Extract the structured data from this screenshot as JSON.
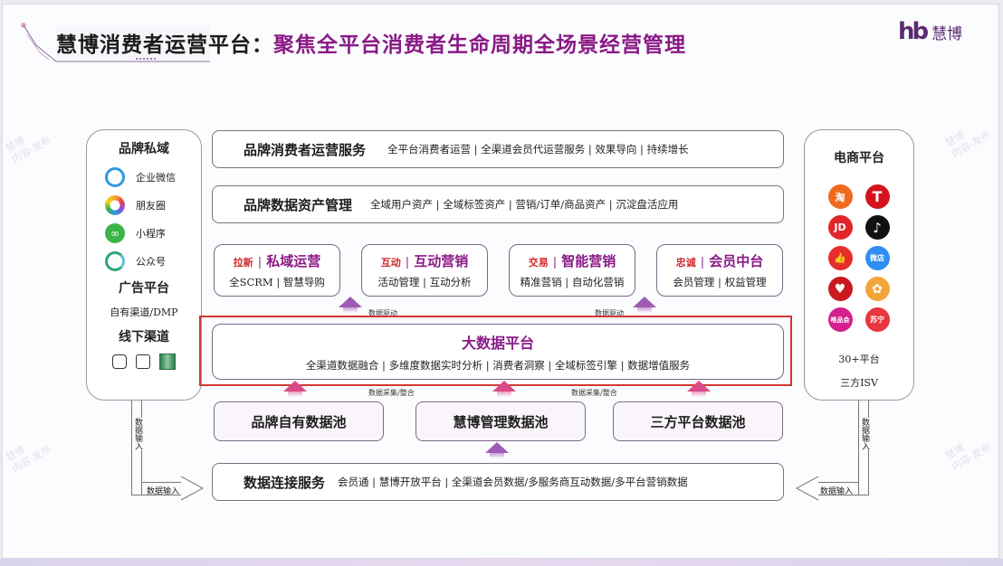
{
  "header": {
    "title_main": "慧博消费者运营平台：",
    "title_sub": "聚焦全平台消费者生命周期全场景经营管理",
    "logo_mark": "hb",
    "logo_text": "慧博"
  },
  "watermark": {
    "line1": "慧博",
    "line2": "内容·发布"
  },
  "left_panel": {
    "private_title": "品牌私域",
    "private_items": [
      {
        "label": "企业微信",
        "icon": "wecom-icon",
        "color": "#2d9be0"
      },
      {
        "label": "朋友圈",
        "icon": "moments-icon",
        "color": "#f2a23a"
      },
      {
        "label": "小程序",
        "icon": "mini-program-icon",
        "color": "#3bb44a"
      },
      {
        "label": "公众号",
        "icon": "official-account-icon",
        "color": "#2aa57a"
      }
    ],
    "ad_title": "广告平台",
    "ad_desc": "自有渠道/DMP",
    "offline_title": "线下渠道",
    "offline_icons": [
      "pos-icon",
      "mail-icon",
      "store-icon"
    ]
  },
  "right_panel": {
    "title": "电商平台",
    "platforms": [
      {
        "name": "taobao",
        "label": "淘",
        "color": "#f06a1c"
      },
      {
        "name": "tmall",
        "label": "T",
        "color": "#d3131c"
      },
      {
        "name": "jd",
        "label": "JD",
        "color": "#e0262b"
      },
      {
        "name": "douyin",
        "label": "♪",
        "color": "#111111"
      },
      {
        "name": "kuaishou",
        "label": "👍",
        "color": "#e52e2a"
      },
      {
        "name": "weidian",
        "label": "微店",
        "color": "#2f8ef0"
      },
      {
        "name": "pinduoduo",
        "label": "♥",
        "color": "#c81a1f"
      },
      {
        "name": "meituan",
        "label": "✿",
        "color": "#f2a63a"
      },
      {
        "name": "vip",
        "label": "唯品会",
        "color": "#d3208e"
      },
      {
        "name": "suning",
        "label": "苏宁",
        "color": "#e8353e"
      }
    ],
    "count": "30+平台",
    "isv": "三方ISV"
  },
  "layers": {
    "service": {
      "title": "品牌消费者运营服务",
      "desc": "全平台消费者运营 | 全渠道会员代运营服务 | 效果导向 | 持续增长"
    },
    "asset": {
      "title": "品牌数据资产管理",
      "desc": "全域用户资产 | 全域标签资产 | 营销/订单/商品资产 | 沉淀盘活应用"
    },
    "modules": [
      {
        "tag": "拉新",
        "title": "私域运营",
        "desc": "全SCRM | 智慧导购"
      },
      {
        "tag": "互动",
        "title": "互动营销",
        "desc": "活动管理 | 互动分析"
      },
      {
        "tag": "交易",
        "title": "智能营销",
        "desc": "精准营销 | 自动化营销"
      },
      {
        "tag": "忠诚",
        "title": "会员中台",
        "desc": "会员管理 | 权益管理"
      }
    ],
    "flow_up_labels": [
      "数据驱动",
      "数据驱动"
    ],
    "bigdata": {
      "title": "大数据平台",
      "desc": "全渠道数据融合 | 多维度数据实时分析 | 消费者洞察 | 全域标签引擎 | 数据增值服务"
    },
    "flow_in_labels": [
      "数据采集/整合",
      "数据采集/整合"
    ],
    "pools": [
      "品牌自有数据池",
      "慧博管理数据池",
      "三方平台数据池"
    ],
    "connect": {
      "title": "数据连接服务",
      "desc": "会员通 | 慧博开放平台 | 全渠道会员数据/多服务商互动数据/多平台营销数据"
    }
  },
  "connectors": {
    "left_vertical": "数据输入",
    "left_horizontal": "数据输入",
    "right_vertical": "数据输入",
    "right_horizontal": "数据输入"
  }
}
